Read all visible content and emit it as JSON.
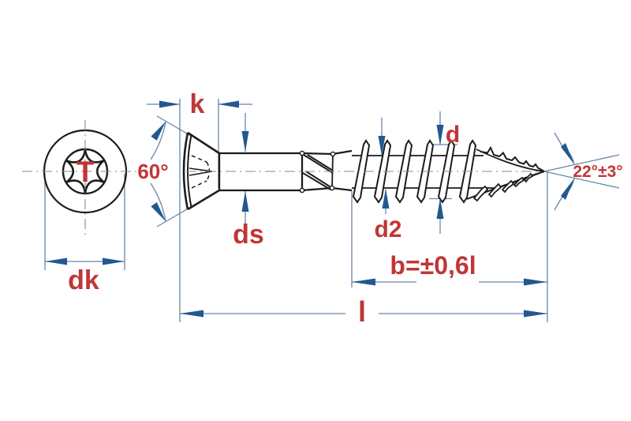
{
  "drawing": {
    "type": "technical-dimension-drawing",
    "subject": "countersunk torx wood screw, front view and side view",
    "colors": {
      "outline": "#1c1c1c",
      "dimension_arrow": "#215890",
      "dimension_line": "#6787a7",
      "centerline": "#8a8a8a",
      "label": "#c03636",
      "background": "#ffffff"
    },
    "labels": {
      "torx_drive": "T",
      "head_diameter": "dk",
      "head_height": "k",
      "head_angle": "60°",
      "shank_diameter": "ds",
      "thread_outer_diameter": "d",
      "thread_core_diameter": "d2",
      "thread_length": "b=±0,6l",
      "total_length": "l",
      "tip_angle": "22°±3°"
    }
  }
}
